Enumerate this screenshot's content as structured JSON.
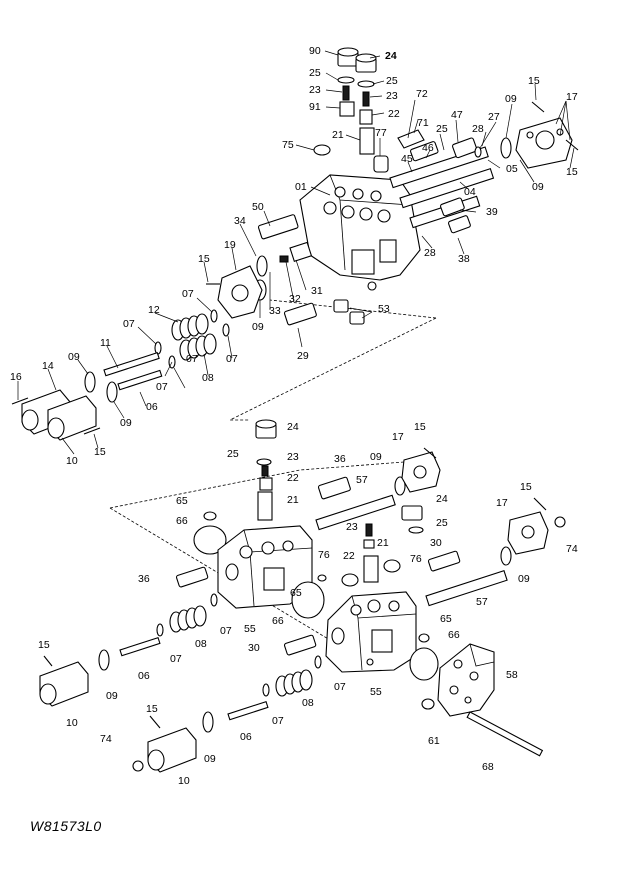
{
  "drawing_code": "W81573L0",
  "labels": [
    {
      "id": "90a",
      "text": "90"
    },
    {
      "id": "24a",
      "text": "24",
      "bold": true
    },
    {
      "id": "25a",
      "text": "25"
    },
    {
      "id": "25b",
      "text": "25"
    },
    {
      "id": "23a",
      "text": "23"
    },
    {
      "id": "23b",
      "text": "23"
    },
    {
      "id": "91",
      "text": "91"
    },
    {
      "id": "22a",
      "text": "22"
    },
    {
      "id": "72",
      "text": "72"
    },
    {
      "id": "71",
      "text": "71"
    },
    {
      "id": "21a",
      "text": "21"
    },
    {
      "id": "77",
      "text": "77"
    },
    {
      "id": "75",
      "text": "75"
    },
    {
      "id": "47",
      "text": "47"
    },
    {
      "id": "25c",
      "text": "25"
    },
    {
      "id": "28a",
      "text": "28"
    },
    {
      "id": "46",
      "text": "46"
    },
    {
      "id": "45",
      "text": "45"
    },
    {
      "id": "27",
      "text": "27"
    },
    {
      "id": "09a",
      "text": "09"
    },
    {
      "id": "15a",
      "text": "15"
    },
    {
      "id": "17a",
      "text": "17"
    },
    {
      "id": "05",
      "text": "05"
    },
    {
      "id": "09b",
      "text": "09"
    },
    {
      "id": "15b",
      "text": "15"
    },
    {
      "id": "01",
      "text": "01"
    },
    {
      "id": "04",
      "text": "04"
    },
    {
      "id": "39",
      "text": "39"
    },
    {
      "id": "50",
      "text": "50"
    },
    {
      "id": "34",
      "text": "34"
    },
    {
      "id": "28b",
      "text": "28"
    },
    {
      "id": "38",
      "text": "38"
    },
    {
      "id": "19",
      "text": "19"
    },
    {
      "id": "15c",
      "text": "15"
    },
    {
      "id": "31",
      "text": "31"
    },
    {
      "id": "07a",
      "text": "07"
    },
    {
      "id": "32",
      "text": "32"
    },
    {
      "id": "09c",
      "text": "09"
    },
    {
      "id": "33",
      "text": "33"
    },
    {
      "id": "53",
      "text": "53"
    },
    {
      "id": "12",
      "text": "12"
    },
    {
      "id": "07b",
      "text": "07"
    },
    {
      "id": "07c",
      "text": "07"
    },
    {
      "id": "29",
      "text": "29"
    },
    {
      "id": "11",
      "text": "11"
    },
    {
      "id": "07d",
      "text": "07"
    },
    {
      "id": "09d",
      "text": "09"
    },
    {
      "id": "14",
      "text": "14"
    },
    {
      "id": "07e",
      "text": "07"
    },
    {
      "id": "08a",
      "text": "08"
    },
    {
      "id": "16",
      "text": "16"
    },
    {
      "id": "09e",
      "text": "09"
    },
    {
      "id": "06a",
      "text": "06"
    },
    {
      "id": "10a",
      "text": "10"
    },
    {
      "id": "15d",
      "text": "15"
    },
    {
      "id": "24b",
      "text": "24"
    },
    {
      "id": "25d",
      "text": "25"
    },
    {
      "id": "23c",
      "text": "23"
    },
    {
      "id": "36a",
      "text": "36"
    },
    {
      "id": "09f",
      "text": "09"
    },
    {
      "id": "17b",
      "text": "17"
    },
    {
      "id": "15e",
      "text": "15"
    },
    {
      "id": "22b",
      "text": "22"
    },
    {
      "id": "21b",
      "text": "21"
    },
    {
      "id": "57a",
      "text": "57"
    },
    {
      "id": "24c",
      "text": "24"
    },
    {
      "id": "65a",
      "text": "65"
    },
    {
      "id": "66a",
      "text": "66"
    },
    {
      "id": "25e",
      "text": "25"
    },
    {
      "id": "17c",
      "text": "17"
    },
    {
      "id": "15f",
      "text": "15"
    },
    {
      "id": "23d",
      "text": "23"
    },
    {
      "id": "21c",
      "text": "21"
    },
    {
      "id": "30a",
      "text": "30"
    },
    {
      "id": "22c",
      "text": "22"
    },
    {
      "id": "74a",
      "text": "74"
    },
    {
      "id": "36b",
      "text": "36"
    },
    {
      "id": "76a",
      "text": "76"
    },
    {
      "id": "76b",
      "text": "76"
    },
    {
      "id": "09g",
      "text": "09"
    },
    {
      "id": "65b",
      "text": "65"
    },
    {
      "id": "57b",
      "text": "57"
    },
    {
      "id": "07f",
      "text": "07"
    },
    {
      "id": "55a",
      "text": "55"
    },
    {
      "id": "66b",
      "text": "66"
    },
    {
      "id": "65c",
      "text": "65"
    },
    {
      "id": "08b",
      "text": "08"
    },
    {
      "id": "30b",
      "text": "30"
    },
    {
      "id": "66c",
      "text": "66"
    },
    {
      "id": "15g",
      "text": "15"
    },
    {
      "id": "06b",
      "text": "06"
    },
    {
      "id": "07g",
      "text": "07"
    },
    {
      "id": "58",
      "text": "58"
    },
    {
      "id": "07h",
      "text": "07"
    },
    {
      "id": "55b",
      "text": "55"
    },
    {
      "id": "09h",
      "text": "09"
    },
    {
      "id": "08c",
      "text": "08"
    },
    {
      "id": "10b",
      "text": "10"
    },
    {
      "id": "15h",
      "text": "15"
    },
    {
      "id": "07i",
      "text": "07"
    },
    {
      "id": "61",
      "text": "61"
    },
    {
      "id": "74b",
      "text": "74"
    },
    {
      "id": "06c",
      "text": "06"
    },
    {
      "id": "09i",
      "text": "09"
    },
    {
      "id": "68",
      "text": "68"
    },
    {
      "id": "10c",
      "text": "10"
    }
  ]
}
